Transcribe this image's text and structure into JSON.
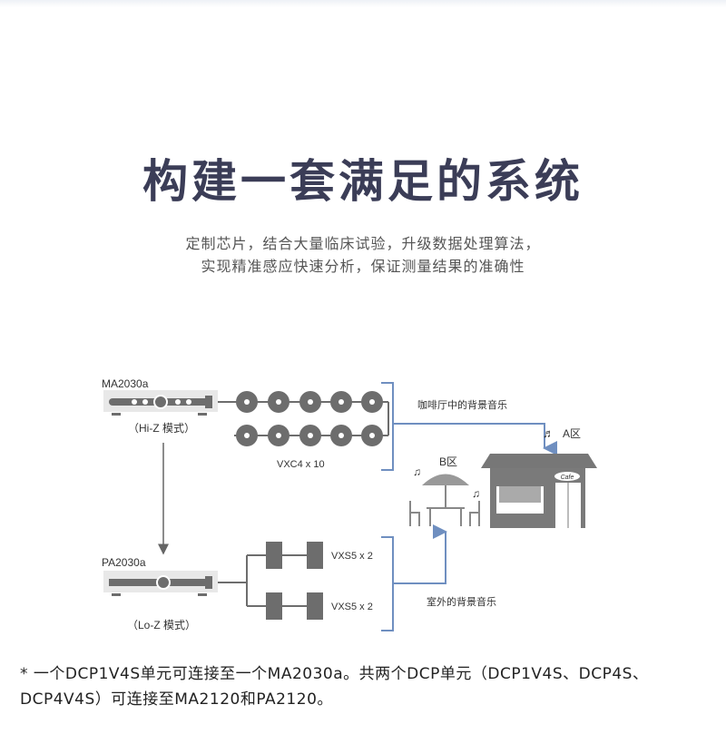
{
  "title": "构建一套满足的系统",
  "subtitle": [
    "定制芯片，结合大量临床试验，升级数据处理算法，",
    "实现精准感应快速分析，保证测量结果的准确性"
  ],
  "diagram": {
    "amp1": {
      "name": "MA2030a",
      "mode": "（Hi-Z 模式）"
    },
    "amp2": {
      "name": "PA2030a",
      "mode": "（Lo-Z 模式）"
    },
    "speakers1": "VXC4 x 10",
    "speakers2a": "VXS5 x 2",
    "speakers2b": "VXS5 x 2",
    "zone_indoor": "咖啡厅中的背景音乐",
    "zone_outdoor": "室外的背景音乐",
    "zone_a": "A区",
    "zone_b": "B区",
    "cafe_sign": "Cafe",
    "line_color": "#6f8fc0",
    "device_color": "#6d6d6d"
  },
  "footnote": [
    "* 一个DCP1V4S单元可连接至一个MA2030a。共两个DCP单元（DCP1V4S、DCP4S、",
    "DCP4V4S）可连接至MA2120和PA2120。"
  ]
}
